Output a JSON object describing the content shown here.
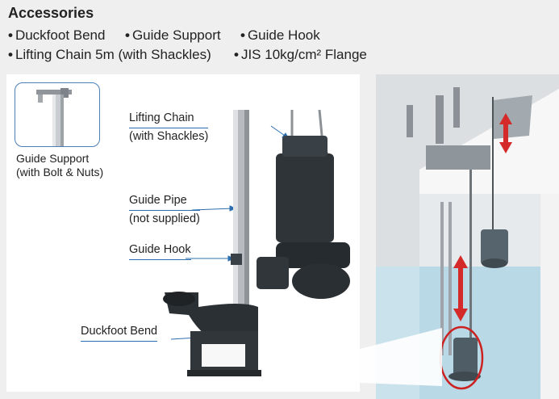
{
  "title": "Accessories",
  "accessories": [
    "Duckfoot Bend",
    "Guide Support",
    "Guide Hook",
    "Lifting Chain 5m (with Shackles)",
    "JIS 10kg/cm² Flange"
  ],
  "thumbnail_caption": [
    "Guide Support",
    "(with Bolt & Nuts)"
  ],
  "callouts": {
    "lifting_chain": [
      "Lifting Chain",
      "(with Shackles)"
    ],
    "guide_pipe": [
      "Guide Pipe",
      "(not supplied)"
    ],
    "guide_hook": "Guide Hook",
    "duckfoot_bend": "Duckfoot Bend"
  },
  "colors": {
    "callout_line": "#2c6fb0",
    "pump_body": "#2e3438",
    "guide_pipe": "#b8bcc0",
    "water": "#b9d9e6",
    "arrow": "#d42a2a",
    "highlight_circle": "#cc2222"
  }
}
